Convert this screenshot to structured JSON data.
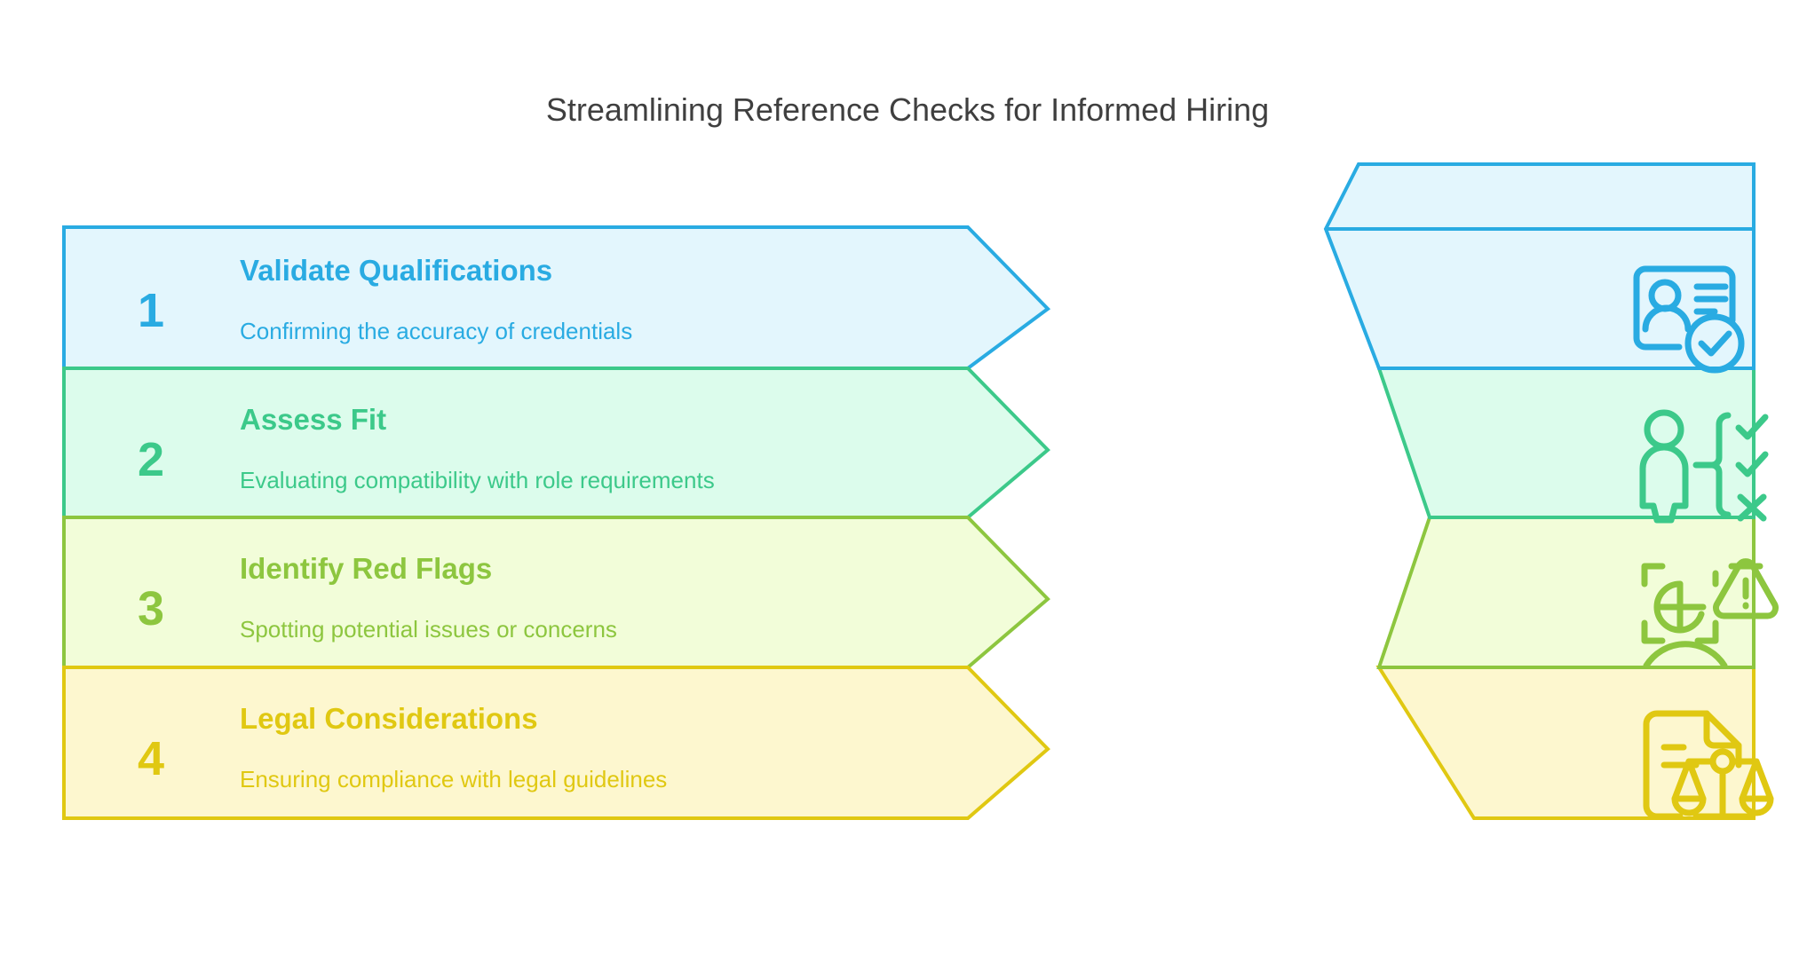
{
  "title": "Streamlining Reference Checks for Informed Hiring",
  "title_color": "#3f3f3f",
  "background_color": "#ffffff",
  "steps": [
    {
      "number": "1",
      "title": "Validate Qualifications",
      "subtitle": "Confirming the accuracy of credentials",
      "stroke_color": "#29ABE2",
      "fill_color": "#e3f6fd",
      "icon": "id-card-person-check-icon"
    },
    {
      "number": "2",
      "title": "Assess Fit",
      "subtitle": "Evaluating compatibility with role requirements",
      "stroke_color": "#3CC98A",
      "fill_color": "#dcfcec",
      "icon": "person-criteria-checklist-icon"
    },
    {
      "number": "3",
      "title": "Identify Red Flags",
      "subtitle": "Spotting potential issues or concerns",
      "stroke_color": "#8DC63F",
      "fill_color": "#f2fdd9",
      "icon": "face-scan-warning-icon"
    },
    {
      "number": "4",
      "title": "Legal Considerations",
      "subtitle": "Ensuring compliance with legal guidelines",
      "stroke_color": "#E0C812",
      "fill_color": "#fdf7cf",
      "icon": "legal-document-scales-icon"
    }
  ]
}
